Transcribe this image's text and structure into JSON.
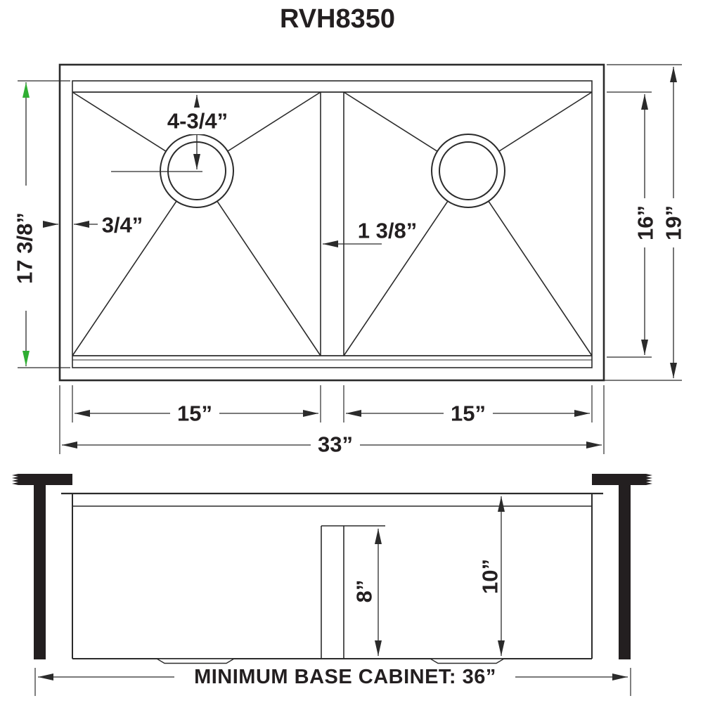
{
  "title": "RVH8350",
  "top_view": {
    "dim_drain_offset": "4-3/4”",
    "dim_rim": "3/4”",
    "dim_divider": "1 3/8”",
    "dim_inner_height": "17 3/8”",
    "dim_bowl_height": "16”",
    "dim_outer_height": "19”",
    "dim_left_bowl_width": "15”",
    "dim_right_bowl_width": "15”",
    "dim_outer_width": "33”"
  },
  "side_view": {
    "dim_divider_height": "8”",
    "dim_bowl_depth": "10”",
    "cabinet_note": "MINIMUM BASE CABINET: 36”"
  },
  "colors": {
    "line": "#2b2b2b",
    "green_arrow": "#2fae32"
  }
}
